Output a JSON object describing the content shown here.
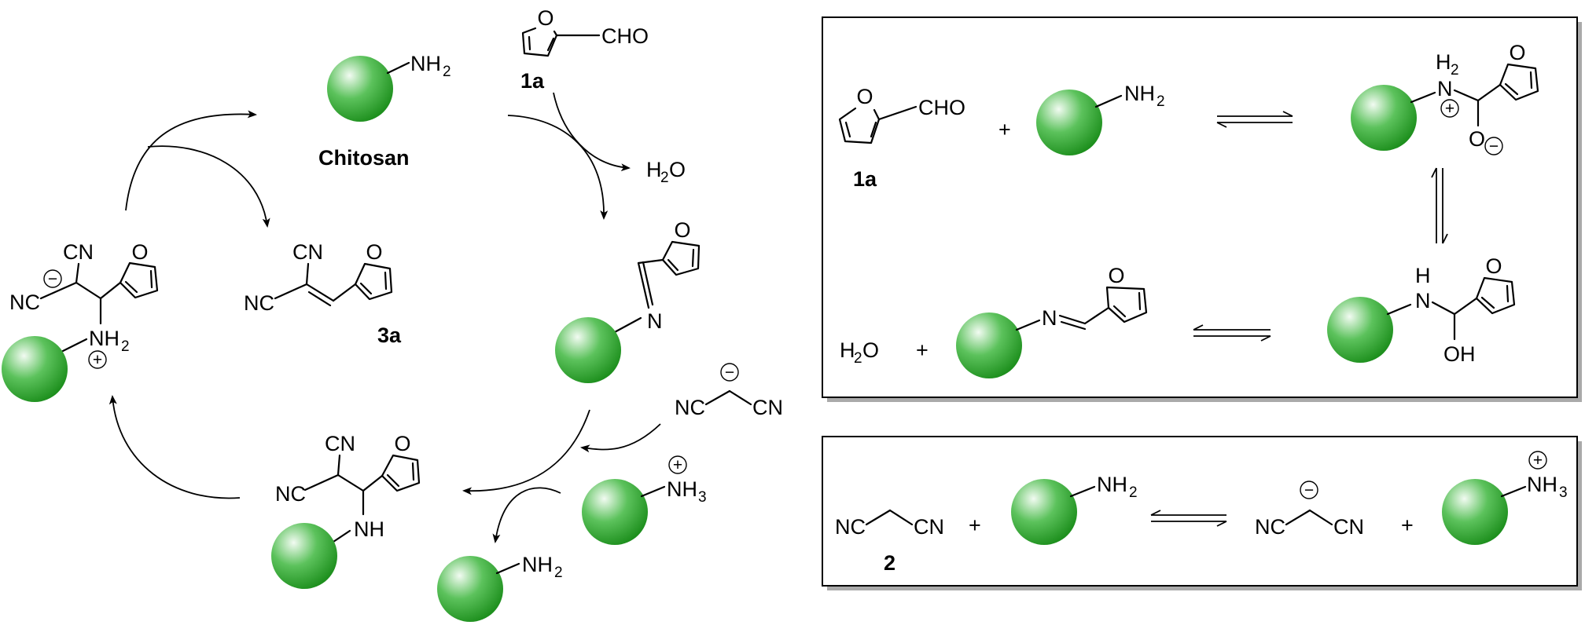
{
  "cycle": {
    "chitosan_label": "Chitosan",
    "nh2": {
      "main": "NH",
      "sub": "2"
    },
    "furfural": {
      "id": "1a",
      "o": "O",
      "cho": "CHO"
    },
    "water": {
      "main": "H",
      "sub": "2",
      "tail": "O"
    },
    "imine": {
      "o": "O",
      "n": "N"
    },
    "malononitrile_anion": {
      "nc": "NC",
      "cn": "CN",
      "charge": "−"
    },
    "ammonium": {
      "main": "NH",
      "sub": "3",
      "charge": "+"
    },
    "adduct": {
      "cn": "CN",
      "nc": "NC",
      "o": "O",
      "nh": "NH"
    },
    "zwitterion": {
      "cn": "CN",
      "nc": "NC",
      "o": "O",
      "nh2": {
        "main": "NH",
        "sub": "2"
      },
      "neg": "−",
      "pos": "+"
    },
    "product": {
      "id": "3a",
      "cn": "CN",
      "nc": "NC",
      "o": "O"
    }
  },
  "box1": {
    "furfural": {
      "id": "1a",
      "o": "O",
      "cho": "CHO"
    },
    "plus": "+",
    "nh2": {
      "main": "NH",
      "sub": "2"
    },
    "hemiaminal_zw": {
      "h2": {
        "main": "H",
        "sub": "2"
      },
      "n": "N",
      "o_furan": "O",
      "o_minus": "O",
      "neg": "−",
      "pos": "+"
    },
    "hemiaminal": {
      "h": "H",
      "n": "N",
      "o_furan": "O",
      "oh": "OH"
    },
    "water": {
      "main": "H",
      "sub": "2",
      "tail": "O"
    },
    "imine": {
      "n": "N",
      "o": "O"
    }
  },
  "box2": {
    "malononitrile": {
      "id": "2",
      "nc": "NC",
      "cn": "CN"
    },
    "plus": "+",
    "nh2": {
      "main": "NH",
      "sub": "2"
    },
    "anion": {
      "nc": "NC",
      "cn": "CN",
      "charge": "−"
    },
    "ammonium": {
      "main": "NH",
      "sub": "3",
      "charge": "+"
    }
  },
  "colors": {
    "bead_light": "#f2fbf2",
    "bead_mid": "#5cc25c",
    "bead_dark": "#178a17"
  }
}
